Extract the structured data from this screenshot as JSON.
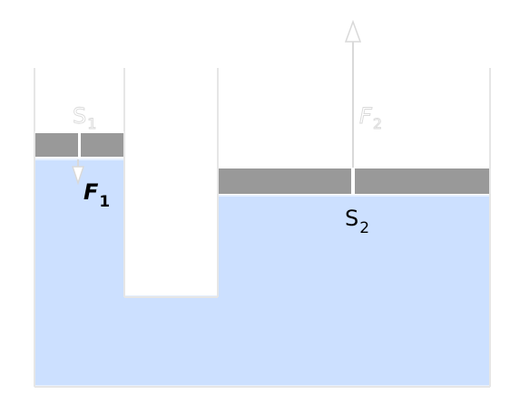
{
  "diagram": {
    "labels": {
      "s1": {
        "main": "S",
        "sub": "1"
      },
      "f1": {
        "main": "F",
        "sub": "1"
      },
      "f2": {
        "main": "F",
        "sub": "2"
      },
      "s2": {
        "main": "S",
        "sub": "2"
      }
    },
    "colors": {
      "fluid": "#cce0ff",
      "fluid_edge": "#e6f0ff",
      "piston": "#999999",
      "wall": "#e6e6e6",
      "arrow_outline": "#d9d9d9",
      "ghost_label": "#d9d9d9",
      "dark_label": "#000000"
    }
  }
}
